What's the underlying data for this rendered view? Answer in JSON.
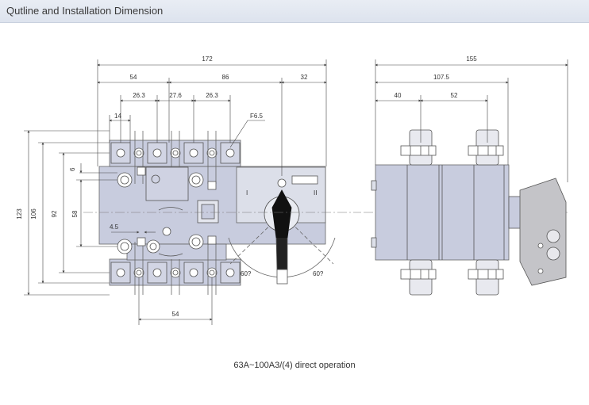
{
  "header": {
    "title": "Qutline and Installation Dimension"
  },
  "caption": "63A~100A3/(4) direct operation",
  "colors": {
    "body": "#c8ccde",
    "line": "#555555",
    "header_bg": "#e3e8f1"
  },
  "front_view": {
    "dims": {
      "overall_width": "172",
      "left_span": "54",
      "mid_span": "86",
      "right_span": "32",
      "pitch_a": "26.3",
      "pitch_b": "27.6",
      "pitch_c": "26.3",
      "hole_label": "F6.5",
      "small_a": "14",
      "small_b": "6",
      "small_c": "4.5",
      "height_a": "123",
      "height_b": "106",
      "height_c": "92",
      "height_d": "58",
      "bottom_span": "54",
      "angle_left": "60?",
      "angle_right": "60?"
    },
    "handle_labels": {
      "left": "I",
      "right": "II"
    }
  },
  "side_view": {
    "dims": {
      "overall": "155",
      "mid": "107.5",
      "a": "40",
      "b": "52"
    }
  }
}
